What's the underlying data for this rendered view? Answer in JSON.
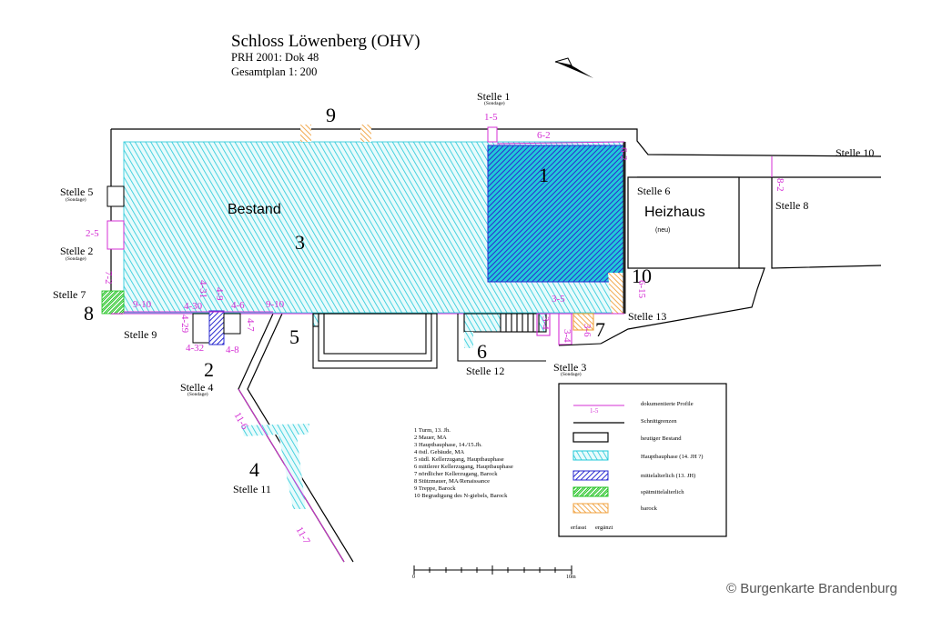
{
  "header": {
    "title": "Schloss Löwenberg (OHV)",
    "subtitle": "PRH 2001: Dok 48",
    "scale": "Gesamtplan 1: 200"
  },
  "plan_labels": {
    "bestand": "Bestand",
    "heizhaus": "Heizhaus",
    "neu": "(neu)",
    "scale_zero": "0",
    "scale_end": "10m"
  },
  "numbers": [
    "1",
    "2",
    "3",
    "4",
    "5",
    "6",
    "7",
    "8",
    "9",
    "10"
  ],
  "stellen": {
    "s1": "Stelle 1",
    "s2": "Stelle 2",
    "s3": "Stelle 3",
    "s4": "Stelle 4",
    "s5": "Stelle 5",
    "s6": "Stelle 6",
    "s7": "Stelle 7",
    "s8": "Stelle 8",
    "s9": "Stelle 9",
    "s10": "Stelle 10",
    "s11": "Stelle 11",
    "s12": "Stelle 12",
    "s13": "Stelle 13",
    "sondage": "(Sondage)"
  },
  "profiles": {
    "p1_5": "1-5",
    "p6_2": "6-2",
    "p6_2v": "6-2",
    "p8_2": "8-2",
    "p2_5": "2-5",
    "p7_2": "7-2",
    "p9_10a": "9-10",
    "p4_30": "4-30",
    "p4_31": "4-31",
    "p4_9": "4-9",
    "p4_6": "4-6",
    "p9_10b": "9-10",
    "p4_29": "4-29",
    "p4_7": "4-7",
    "p4_32": "4-32",
    "p4_8": "4-8",
    "p3_5": "3-5",
    "p6_15": "6-15",
    "p3_4a": "3-4",
    "p3_4b": "3-4",
    "p3_6": "3-6",
    "p11_6": "11-6",
    "p11_7": "11-7"
  },
  "phases": [
    "1  Turm, 13. Jh.",
    "2  Mauer, MA",
    "3  Hauptbauphase, 14./15.Jh.",
    "4  östl. Gebäude, MA",
    "5  südl. Kellerzugang, Hauptbauphase",
    "6  mittlerer Kellerzugang, Hauptbauphase",
    "7  nördlicher Kellerzugang, Barock",
    "8  Stützmauer, MA/Renaissance",
    "9  Treppe, Barock",
    "10  Begradigung des N-giebels, Barock"
  ],
  "legend": {
    "profile_sample": "1-5",
    "items": [
      "dokumentierte Profile",
      "Schnittgrenzen",
      "heutiger Bestand",
      "Hauptbauphase (14. JH ?)",
      "mittelalterlich (13. JH)",
      "spätmittelalterlich",
      "barock"
    ],
    "erfasst": "erfasst",
    "ergaenzt": "ergänzt"
  },
  "colors": {
    "hauptbauphase": "#22c8d8",
    "mittelalterlich": "#2a2ad0",
    "spaetmittelalterlich": "#1fc21f",
    "barock": "#f0a03c",
    "profile": "#d42fd4"
  },
  "copyright": "© Burgenkarte Brandenburg"
}
